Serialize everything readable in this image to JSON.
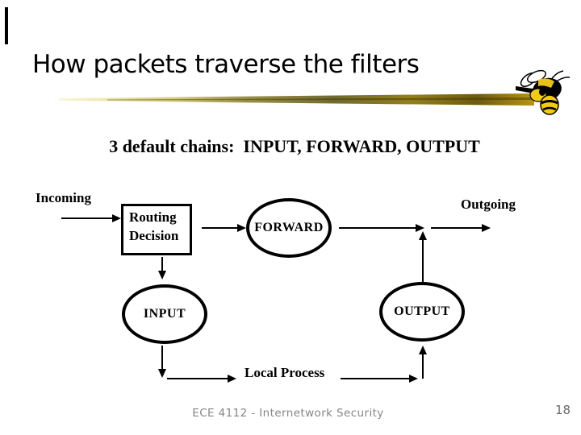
{
  "slide": {
    "title": "How packets traverse the filters",
    "subtitle": "3 default chains:  INPUT, FORWARD, OUTPUT",
    "footer_text": "ECE 4112 - Internetwork Security",
    "page_number": "18"
  },
  "diagram": {
    "incoming_label": "Incoming",
    "outgoing_label": "Outgoing",
    "routing_box_label": "Routing Decision",
    "forward_label": "FORWARD",
    "input_label": "INPUT",
    "output_label": "OUTPUT",
    "local_process_label": "Local Process"
  },
  "icons": {
    "bee": "yellow-jacket-bee-icon",
    "divider": "gold-tapered-rule"
  },
  "colors": {
    "background": "#ffffff",
    "text": "#000000",
    "footer_text": "#858585",
    "divider_gold_light": "#f5f0c4",
    "divider_gold_olive": "#716a2e",
    "divider_gold_dark": "#6e5a10",
    "bee_yellow": "#f2cc0c"
  }
}
